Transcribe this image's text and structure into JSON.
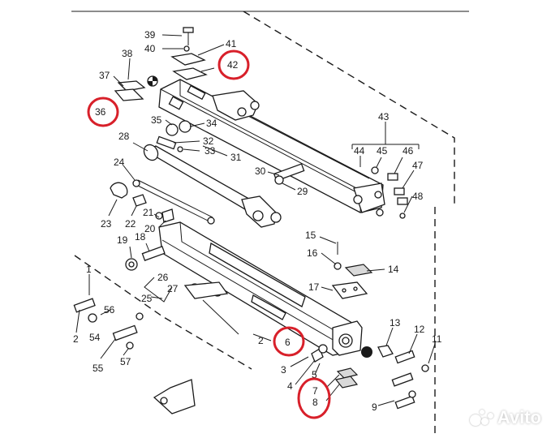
{
  "diagram": {
    "labels": [
      "39",
      "40",
      "41",
      "42",
      "38",
      "37",
      "36",
      "35",
      "34",
      "32",
      "33",
      "31",
      "28",
      "24",
      "23",
      "22",
      "21",
      "20",
      "19",
      "18",
      "30",
      "29",
      "43",
      "44",
      "45",
      "46",
      "47",
      "48",
      "15",
      "16",
      "14",
      "17",
      "26",
      "27",
      "25",
      "1",
      "56",
      "54",
      "2",
      "55",
      "57",
      "2",
      "6",
      "3",
      "4",
      "5",
      "7",
      "8",
      "13",
      "12",
      "11",
      "9"
    ],
    "highlighted": [
      "42",
      "36",
      "6",
      "7 8"
    ]
  },
  "colors": {
    "highlight": "#d8202a",
    "line": "#1a1a1a"
  },
  "watermark": {
    "brand": "Avito"
  }
}
